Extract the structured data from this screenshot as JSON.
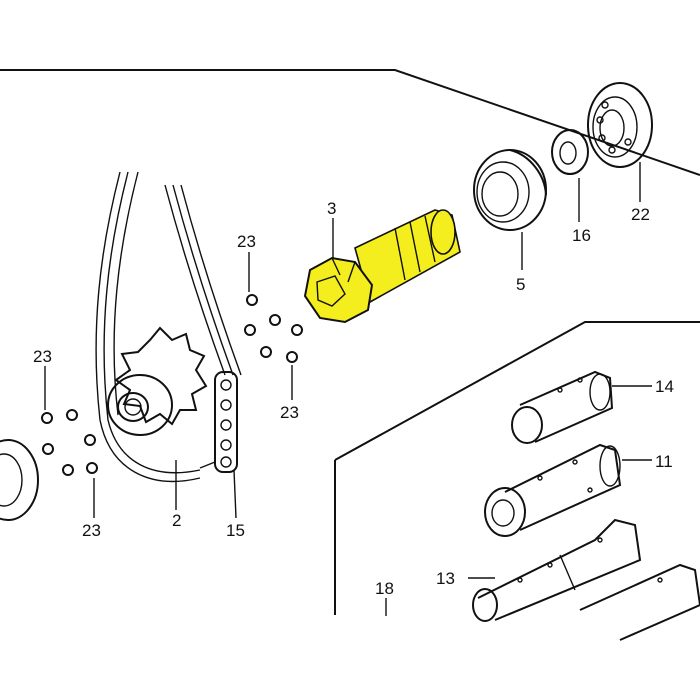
{
  "diagram": {
    "highlight_color": "#f5ee1e",
    "highlighted_part": "3",
    "labels": {
      "p3": "3",
      "p23_top": "23",
      "p23_left": "23",
      "p23_right": "23",
      "p23_bottom": "23",
      "p5": "5",
      "p16": "16",
      "p22": "22",
      "p14": "14",
      "p11": "11",
      "p13": "13",
      "p18": "18",
      "p2": "2",
      "p15": "15"
    }
  }
}
